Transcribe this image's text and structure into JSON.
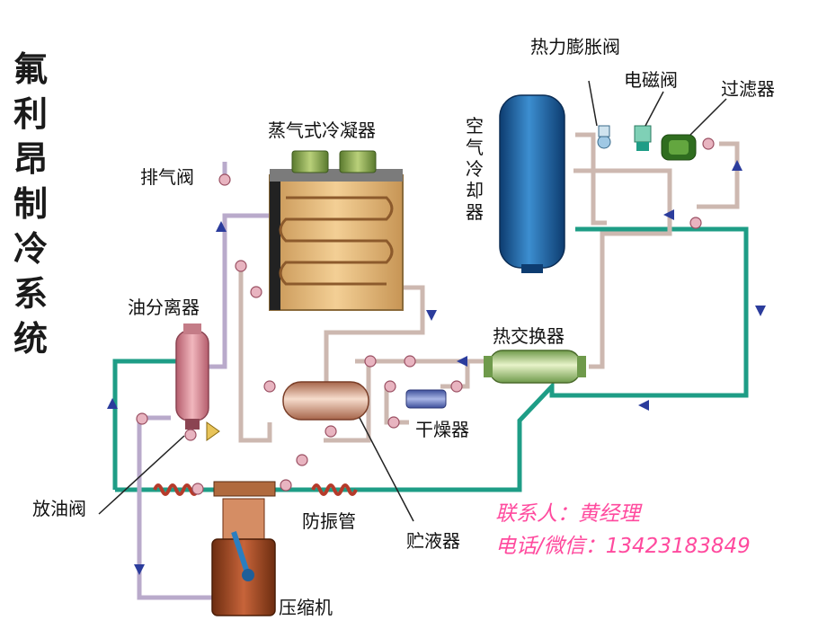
{
  "title_chars": [
    "氟",
    "利",
    "昂",
    "制",
    "冷",
    "系",
    "统"
  ],
  "labels": {
    "evaporative_condenser": "蒸气式冷凝器",
    "exhaust_valve": "排气阀",
    "oil_separator": "油分离器",
    "drain_valve": "放油阀",
    "anti_vibration_pipe": "防振管",
    "compressor": "压缩机",
    "receiver": "贮液器",
    "dryer": "干燥器",
    "heat_exchanger": "热交换器",
    "thermal_expansion_valve": "热力膨胀阀",
    "solenoid_valve": "电磁阀",
    "filter": "过滤器",
    "air_cooler_chars": [
      "空",
      "气",
      "冷",
      "却",
      "器"
    ]
  },
  "contact": {
    "person": "联系人：黄经理",
    "phone": "电话/微信：13423183849"
  },
  "colors": {
    "suction_line": "#1e9d86",
    "discharge_line": "#b9aacb",
    "liquid_line": "#cdb8b0",
    "arrow": "#2b3c9c",
    "contact_text": "#ff4a9e"
  }
}
